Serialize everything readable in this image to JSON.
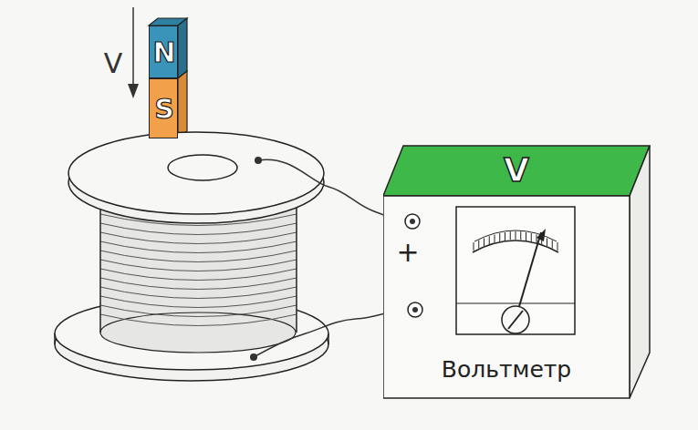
{
  "diagram": {
    "nodes": [
      {
        "text": [
          "N"
        ]
      },
      {
        "text": [
          "S"
        ]
      },
      {
        "text": [
          "V",
          "+",
          "Вольтметр"
        ]
      }
    ],
    "labels": [
      "V"
    ]
  }
}
